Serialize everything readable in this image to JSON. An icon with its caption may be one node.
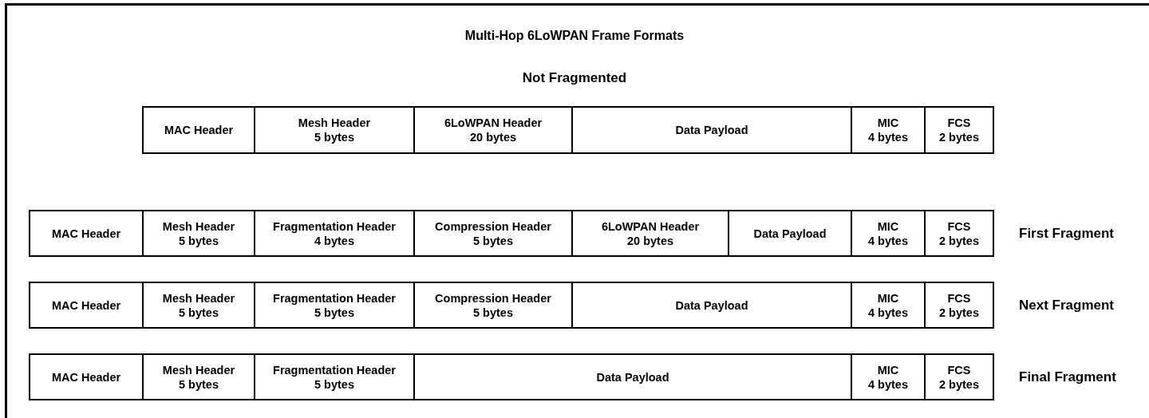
{
  "diagram": {
    "title": "Multi-Hop 6LoWPAN Frame Formats",
    "nodes": [
      {
        "text": [
          "MAC Header"
        ]
      },
      {
        "text": [
          "Mesh Header",
          "5 bytes"
        ]
      },
      {
        "text": [
          "6LoWPAN Header",
          "20 bytes"
        ]
      },
      {
        "text": [
          "Data Payload"
        ]
      },
      {
        "text": [
          "MIC",
          "4 bytes"
        ]
      },
      {
        "text": [
          "FCS",
          "2 bytes"
        ]
      },
      {
        "text": [
          "MAC Header"
        ]
      },
      {
        "text": [
          "Mesh Header",
          "5 bytes"
        ]
      },
      {
        "text": [
          "Fragmentation Header",
          "4 bytes"
        ]
      },
      {
        "text": [
          "Compression Header",
          "5 bytes"
        ]
      },
      {
        "text": [
          "6LoWPAN Header",
          "20 bytes"
        ]
      },
      {
        "text": [
          "Data Payload"
        ]
      },
      {
        "text": [
          "MIC",
          "4 bytes"
        ]
      },
      {
        "text": [
          "FCS",
          "2 bytes"
        ]
      },
      {
        "text": [
          "MAC Header"
        ]
      },
      {
        "text": [
          "Mesh Header",
          "5 bytes"
        ]
      },
      {
        "text": [
          "Fragmentation Header",
          "5 bytes"
        ]
      },
      {
        "text": [
          "Compression Header",
          "5 bytes"
        ]
      },
      {
        "text": [
          "Data Payload"
        ]
      },
      {
        "text": [
          "MIC",
          "4 bytes"
        ]
      },
      {
        "text": [
          "FCS",
          "2 bytes"
        ]
      },
      {
        "text": [
          "MAC Header"
        ]
      },
      {
        "text": [
          "Mesh Header",
          "5 bytes"
        ]
      },
      {
        "text": [
          "Fragmentation Header",
          "5 bytes"
        ]
      },
      {
        "text": [
          "Data Payload"
        ]
      },
      {
        "text": [
          "MIC",
          "4 bytes"
        ]
      },
      {
        "text": [
          "FCS",
          "2 bytes"
        ]
      }
    ],
    "labels": [
      "Not Fragmented",
      "First Fragment",
      "Next Fragment",
      "Final Fragment"
    ]
  }
}
